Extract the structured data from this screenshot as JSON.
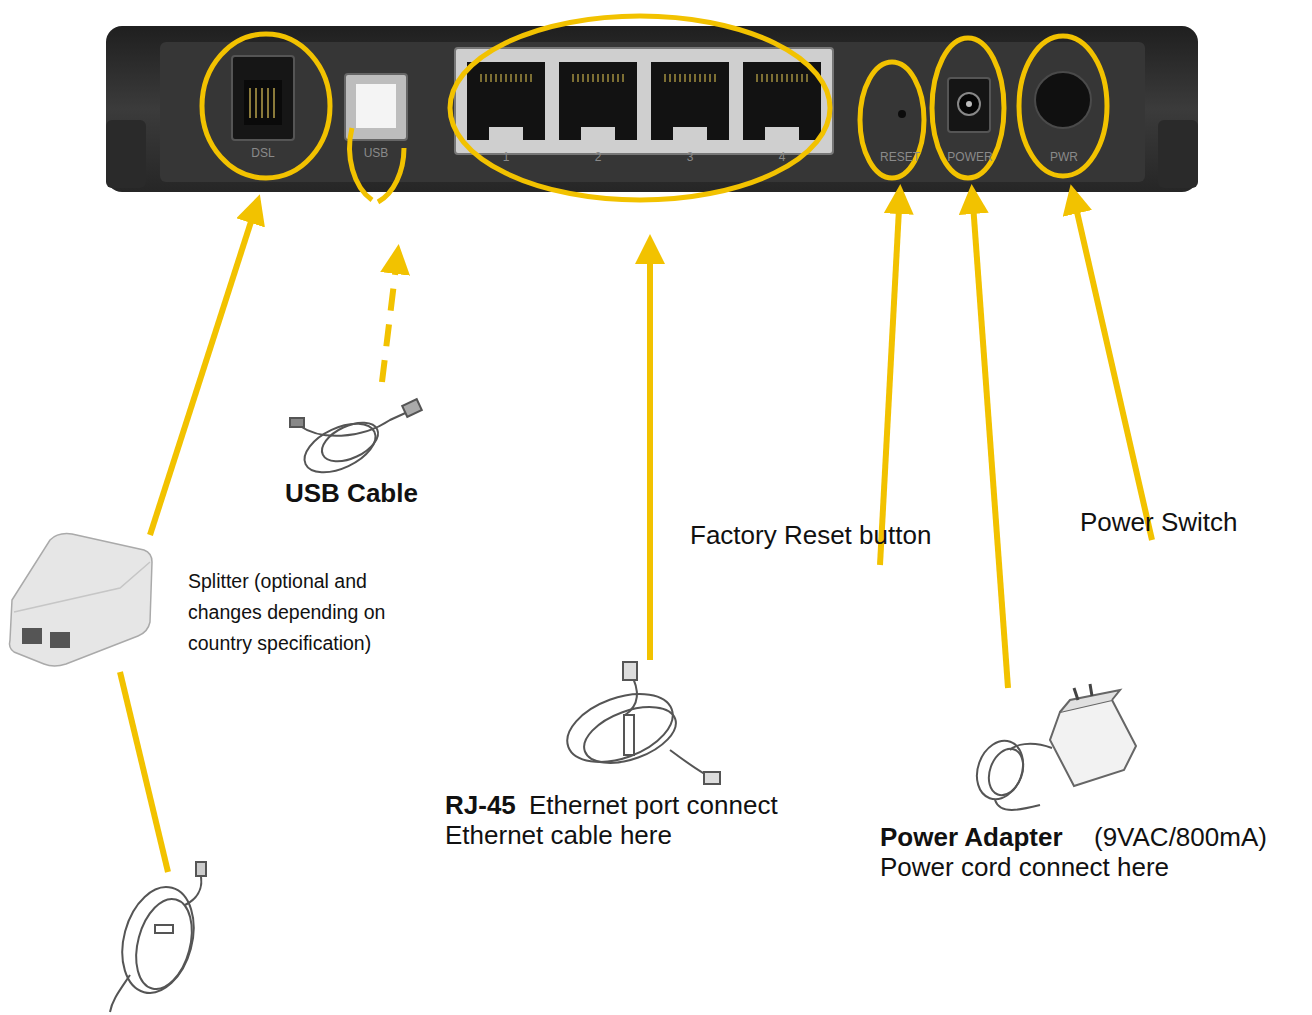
{
  "diagram": {
    "labels": [
      "DSL",
      "USB",
      "1",
      "2",
      "3",
      "4",
      "RESET",
      "POWER",
      "PWR",
      "USB Cable",
      "Splitter (optional and changes depending on country specification)",
      "RJ-45",
      "Ethernet port connect Ethernet cable here",
      "Factory Reset button",
      "Power Switch",
      "Power Adapter",
      "(9VAC/800mA)",
      "Power cord connect here"
    ]
  }
}
